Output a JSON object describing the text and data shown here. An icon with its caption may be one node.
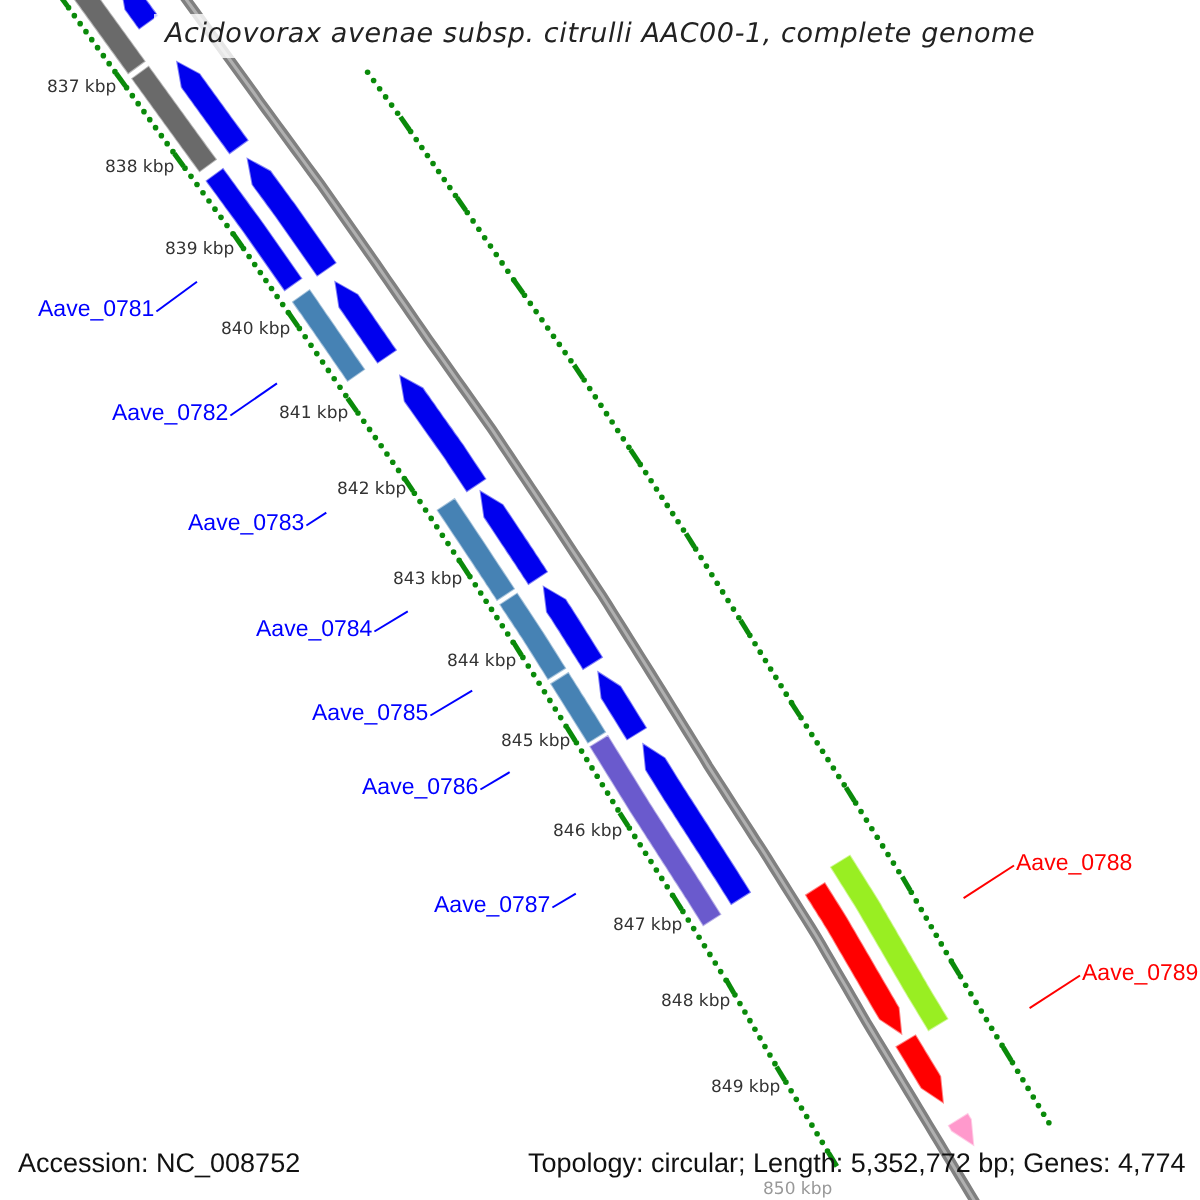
{
  "diagram": {
    "title": "Acidovorax avenae subsp. citrulli AAC00-1, complete genome",
    "nodes": [
      {
        "text": [
          "Aave_0781"
        ]
      },
      {
        "text": [
          "Aave_0782"
        ]
      },
      {
        "text": [
          "Aave_0783"
        ]
      },
      {
        "text": [
          "Aave_0784"
        ]
      },
      {
        "text": [
          "Aave_0785"
        ]
      },
      {
        "text": [
          "Aave_0786"
        ]
      },
      {
        "text": [
          "Aave_0787"
        ]
      },
      {
        "text": [
          "Aave_0788"
        ]
      },
      {
        "text": [
          "Aave_0789"
        ]
      }
    ],
    "edges": [
      {
        "from": 0,
        "to": null,
        "arrow": "none"
      },
      {
        "from": 1,
        "to": null,
        "arrow": "none"
      },
      {
        "from": 2,
        "to": null,
        "arrow": "none"
      },
      {
        "from": 3,
        "to": null,
        "arrow": "none"
      },
      {
        "from": 4,
        "to": null,
        "arrow": "none"
      },
      {
        "from": 5,
        "to": null,
        "arrow": "none"
      },
      {
        "from": 6,
        "to": null,
        "arrow": "none"
      },
      {
        "from": 7,
        "to": null,
        "arrow": "none",
        "color": "#ff0000"
      },
      {
        "from": 8,
        "to": null,
        "arrow": "none",
        "color": "#ff0000"
      }
    ],
    "labels": [
      "837 kbp",
      "838 kbp",
      "839 kbp",
      "840 kbp",
      "841 kbp",
      "842 kbp",
      "843 kbp",
      "844 kbp",
      "845 kbp",
      "846 kbp",
      "847 kbp",
      "848 kbp",
      "849 kbp",
      "850 kbp",
      "Accession: NC_008752",
      "Topology: circular; Length: 5,352,772 bp; Genes: 4,774"
    ]
  }
}
